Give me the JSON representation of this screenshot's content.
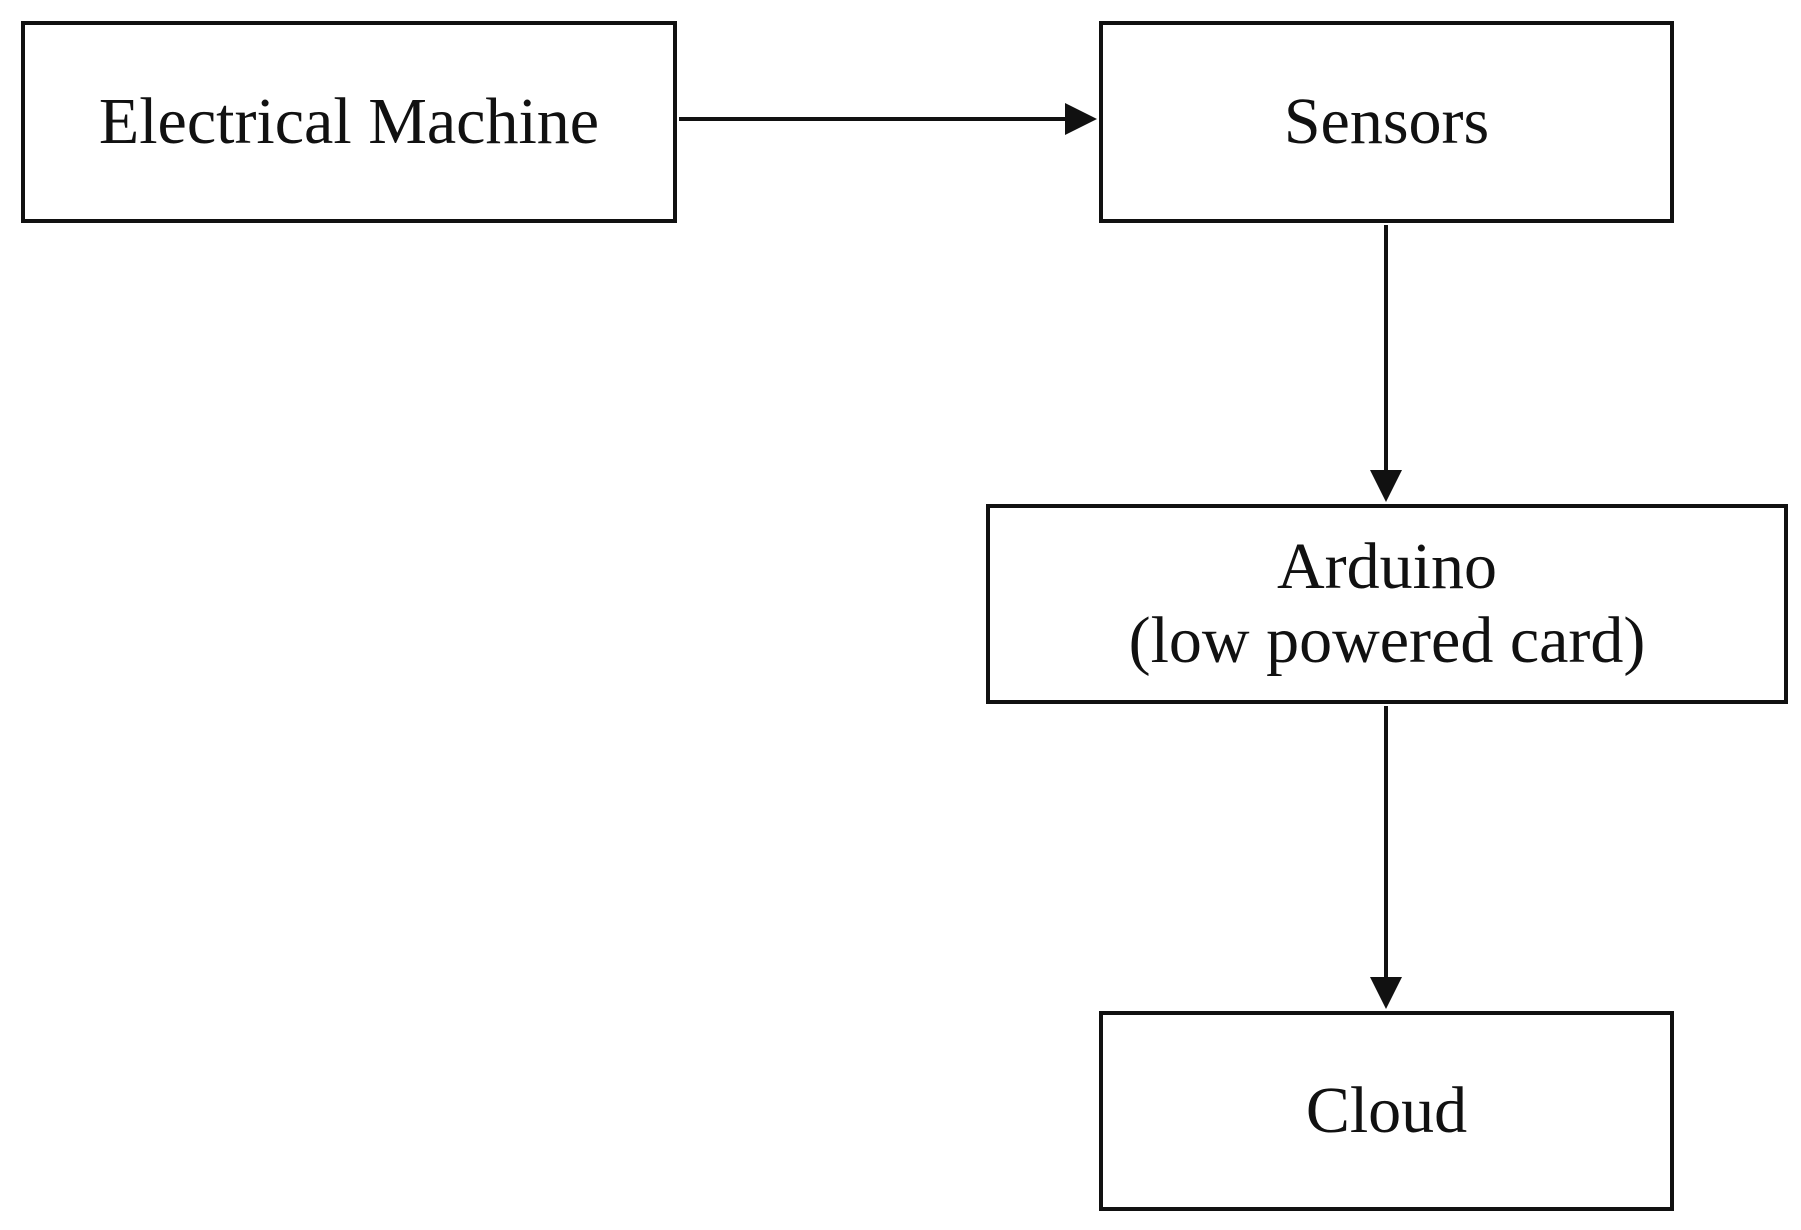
{
  "diagram": {
    "nodes": {
      "machine": {
        "label": "Electrical Machine"
      },
      "sensors": {
        "label": "Sensors"
      },
      "arduino": {
        "label": "Arduino",
        "sublabel": "(low powered card)"
      },
      "cloud": {
        "label": "Cloud"
      }
    },
    "edges": [
      {
        "from": "Electrical Machine",
        "to": "Sensors"
      },
      {
        "from": "Sensors",
        "to": "Arduino"
      },
      {
        "from": "Arduino",
        "to": "Cloud"
      }
    ]
  }
}
